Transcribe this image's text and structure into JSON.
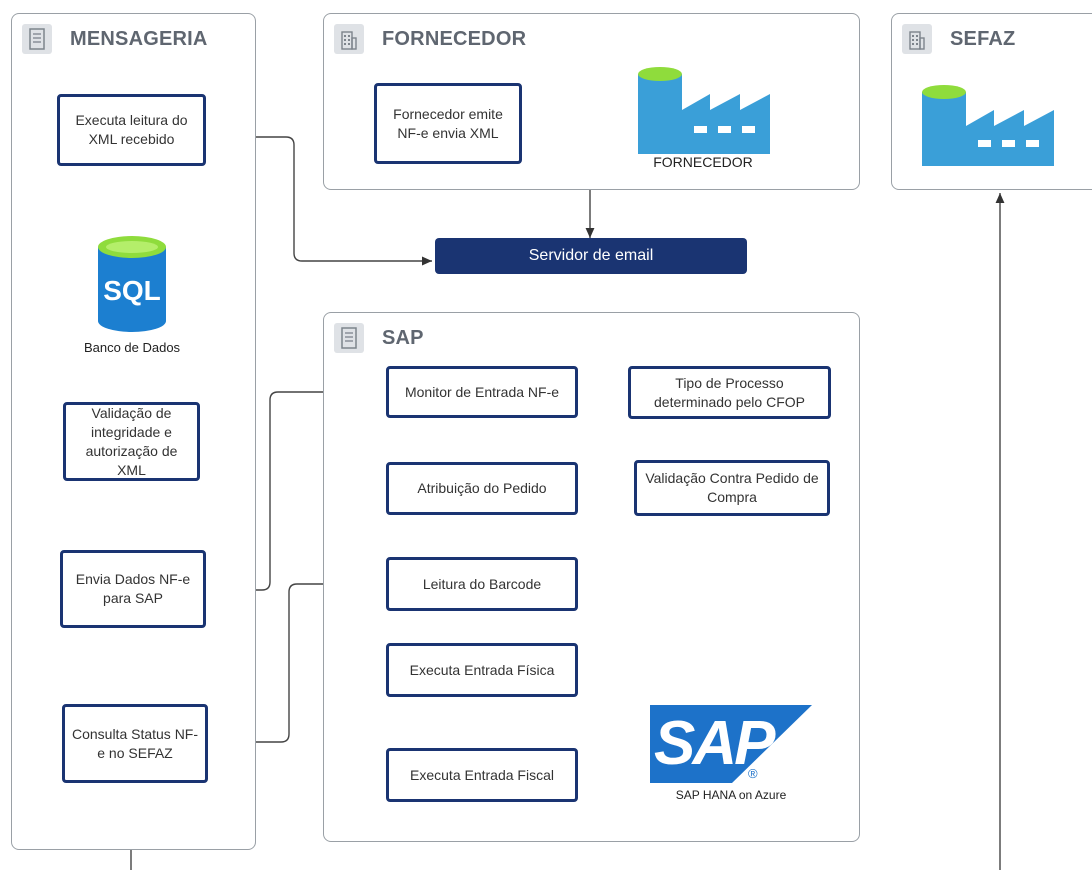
{
  "lanes": {
    "mensageria": "MENSAGERIA",
    "fornecedor": "FORNECEDOR",
    "sefaz": "SEFAZ",
    "sap": "SAP"
  },
  "icons": {
    "mensageria": "server-icon",
    "fornecedor": "building-icon",
    "sefaz": "building-icon",
    "sap": "server-icon",
    "factory": "factory-icon",
    "sql": "sql-database-icon",
    "sap_logo": "sap-logo-icon"
  },
  "mensageria": {
    "read_xml": "Executa leitura do XML recebido",
    "db_label": "Banco de Dados",
    "sql_text": "SQL",
    "validate": "Validação de integridade e autorização de XML",
    "send_sap": "Envia Dados NF-e para SAP",
    "query_status": "Consulta Status NF-e no SEFAZ"
  },
  "fornecedor": {
    "emit": "Fornecedor emite NF-e envia XML",
    "factory_label": "FORNECEDOR"
  },
  "email_server": "Servidor de email",
  "sap": {
    "monitor": "Monitor de Entrada NF-e",
    "process_type": "Tipo de Processo determinado pelo CFOP",
    "assign_order": "Atribuição do Pedido",
    "validate_po": "Validação Contra Pedido de Compra",
    "barcode": "Leitura do Barcode",
    "physical": "Executa Entrada Física",
    "fiscal": "Executa Entrada Fiscal",
    "logo_text": "SAP",
    "registered": "®",
    "hana": "SAP HANA on Azure"
  },
  "colors": {
    "box_border": "#1a3472",
    "pill": "#1a3472",
    "factory": "#3a9fd8",
    "sql_db": "#1c7fd0",
    "sql_top": "#8fdc3c",
    "sap_logo": "#1d72c9",
    "lane_border": "#9aa0a6"
  }
}
